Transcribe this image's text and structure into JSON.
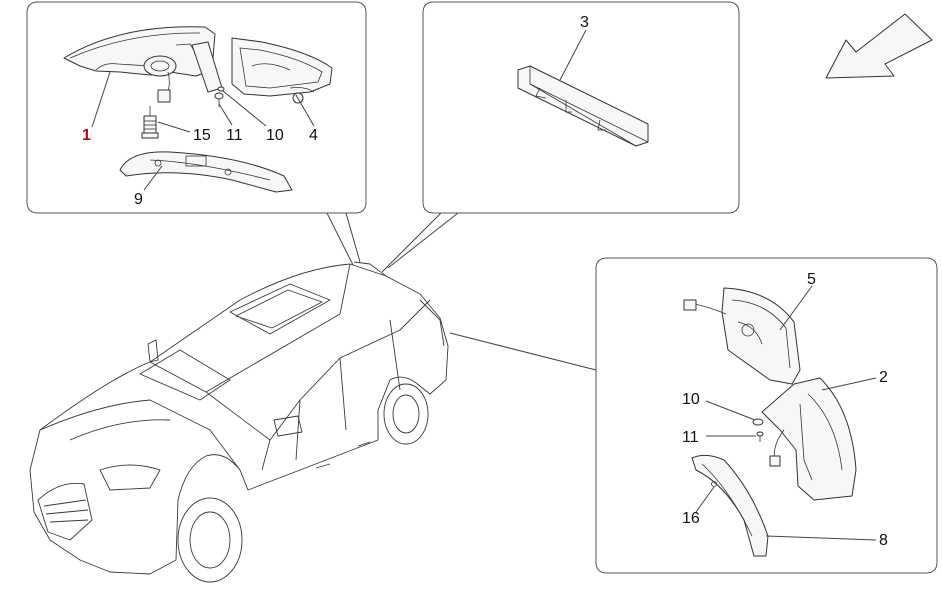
{
  "colors": {
    "highlight": "#cc0000",
    "line": "#444444",
    "text": "#111111"
  },
  "callouts": {
    "p1": "1",
    "p15": "15",
    "p11a": "11",
    "p10a": "10",
    "p4": "4",
    "p9": "9",
    "p3": "3",
    "p5": "5",
    "p2": "2",
    "p10b": "10",
    "p11b": "11",
    "p16": "16",
    "p8": "8"
  },
  "icons": {
    "direction": "arrow-down-left-icon"
  }
}
